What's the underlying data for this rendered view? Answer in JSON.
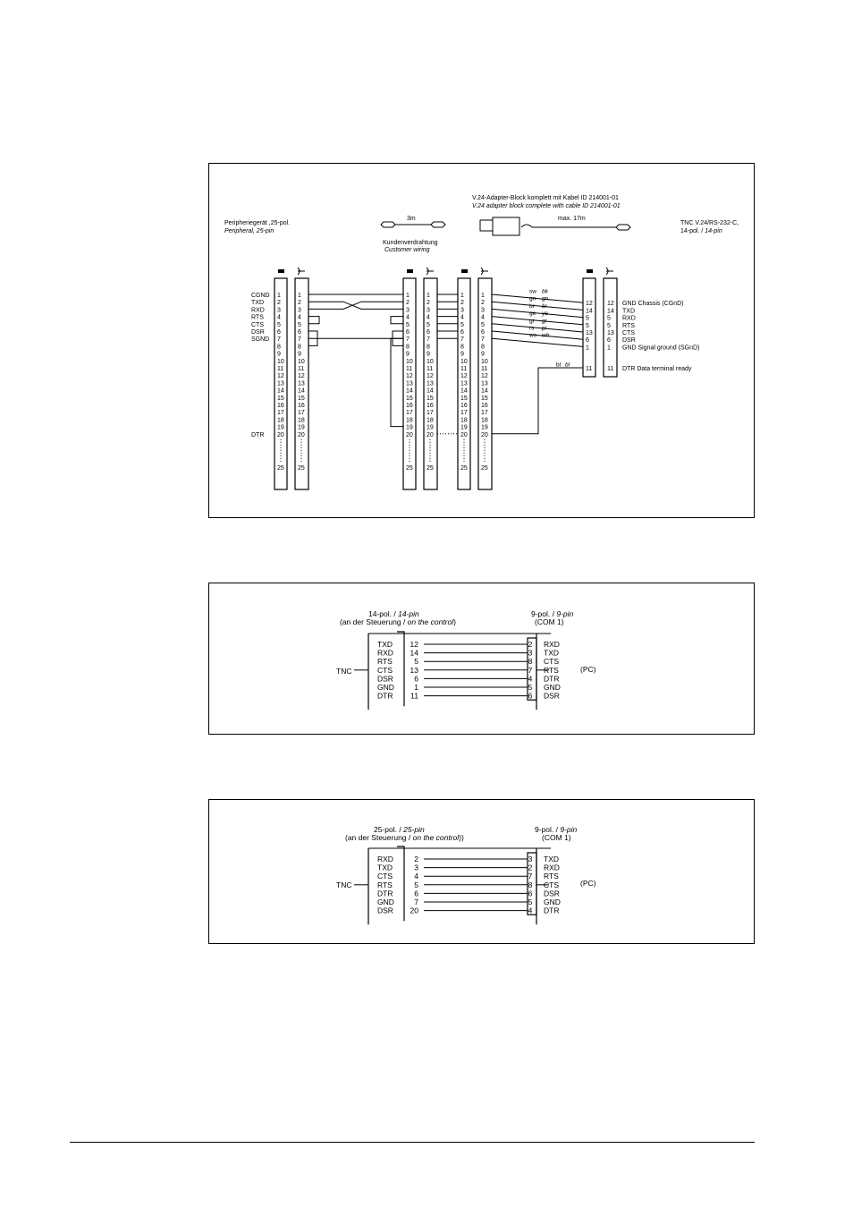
{
  "diagram1": {
    "peripheral_de": "Peripheriegerät ,25-pol.",
    "peripheral_en": "Peripheral, 25-pin",
    "cable_length_1": "3m",
    "customer_wiring_de": "Kundenverdrahtung",
    "customer_wiring_en": "Customer wiring",
    "adapter_de": "V.24-Adapter-Block komplett mit Kabel ID 214001-01",
    "adapter_en": "V.24 adapter block complete with cable ID 214001-01",
    "cable_length_2": "max. 17m",
    "tnc_de": "TNC V.24/RS-232-C,",
    "tnc_pins_de": "14-pol. /",
    "tnc_pins_en": "14-pin",
    "left_signals": [
      {
        "name": "CGND",
        "pin": 1
      },
      {
        "name": "TXD",
        "pin": 2
      },
      {
        "name": "RXD",
        "pin": 3
      },
      {
        "name": "RTS",
        "pin": 4
      },
      {
        "name": "CTS",
        "pin": 5
      },
      {
        "name": "DSR",
        "pin": 6
      },
      {
        "name": "SGND",
        "pin": 7
      },
      {
        "name": "DTR",
        "pin": 20
      }
    ],
    "pin_numbers": [
      "1",
      "2",
      "3",
      "4",
      "5",
      "6",
      "7",
      "8",
      "9",
      "10",
      "11",
      "12",
      "13",
      "14",
      "15",
      "16",
      "17",
      "18",
      "19",
      "20",
      "25"
    ],
    "wire_colors": [
      {
        "de": "sw",
        "en": "bk"
      },
      {
        "de": "gn",
        "en": "gn"
      },
      {
        "de": "br",
        "en": "br"
      },
      {
        "de": "ge",
        "en": "ye"
      },
      {
        "de": "gr",
        "en": "gr"
      },
      {
        "de": "rs",
        "en": "pi"
      },
      {
        "de": "ws",
        "en": "wh"
      },
      {
        "de": "bl",
        "en": "bl"
      }
    ],
    "tnc_connector_pins": [
      "12",
      "14",
      "5",
      "5",
      "13",
      "6",
      "1",
      "11"
    ],
    "tnc_signals": [
      {
        "pin": "12",
        "label": "GND Chassis (CGnD)"
      },
      {
        "pin": "14",
        "label": "TXD"
      },
      {
        "pin": "5",
        "label": "RXD"
      },
      {
        "pin": "5",
        "label": "RTS"
      },
      {
        "pin": "13",
        "label": "CTS"
      },
      {
        "pin": "6",
        "label": "DSR"
      },
      {
        "pin": "1",
        "label": "GND Signal ground (SGnD)"
      },
      {
        "pin": "11",
        "label": "DTR Data terminal ready"
      }
    ]
  },
  "diagram2": {
    "left_header_de": "14-pol. /",
    "left_header_en": "14-pin",
    "left_sub_de": "(an der Steuerung /",
    "left_sub_en": "on the control",
    "left_sub_close": ")",
    "right_header_de": "9-pol. /",
    "right_header_en": "9-pin",
    "right_sub": "(COM 1)",
    "left_device": "TNC",
    "right_device": "(PC)",
    "rows": [
      {
        "left_name": "TXD",
        "left_pin": "12",
        "right_pin": "2",
        "right_name": "RXD"
      },
      {
        "left_name": "RXD",
        "left_pin": "14",
        "right_pin": "3",
        "right_name": "TXD"
      },
      {
        "left_name": "RTS",
        "left_pin": "5",
        "right_pin": "8",
        "right_name": "CTS"
      },
      {
        "left_name": "CTS",
        "left_pin": "13",
        "right_pin": "7",
        "right_name": "RTS"
      },
      {
        "left_name": "DSR",
        "left_pin": "6",
        "right_pin": "4",
        "right_name": "DTR"
      },
      {
        "left_name": "GND",
        "left_pin": "1",
        "right_pin": "5",
        "right_name": "GND"
      },
      {
        "left_name": "DTR",
        "left_pin": "11",
        "right_pin": "6",
        "right_name": "DSR"
      }
    ]
  },
  "diagram3": {
    "left_header_de": "25-pol. /",
    "left_header_en": "25-pin",
    "left_sub_de": "(an der Steuerung /",
    "left_sub_en": "on the control",
    "left_sub_close": "))",
    "right_header_de": "9-pol. /",
    "right_header_en": "9-pin",
    "right_sub": "(COM 1)",
    "left_device": "TNC",
    "right_device": "(PC)",
    "rows": [
      {
        "left_name": "RXD",
        "left_pin": "2",
        "right_pin": "3",
        "right_name": "TXD"
      },
      {
        "left_name": "TXD",
        "left_pin": "3",
        "right_pin": "2",
        "right_name": "RXD"
      },
      {
        "left_name": "CTS",
        "left_pin": "4",
        "right_pin": "7",
        "right_name": "RTS"
      },
      {
        "left_name": "RTS",
        "left_pin": "5",
        "right_pin": "8",
        "right_name": "CTS"
      },
      {
        "left_name": "DTR",
        "left_pin": "6",
        "right_pin": "6",
        "right_name": "DSR"
      },
      {
        "left_name": "GND",
        "left_pin": "7",
        "right_pin": "5",
        "right_name": "GND"
      },
      {
        "left_name": "DSR",
        "left_pin": "20",
        "right_pin": "4",
        "right_name": "DTR"
      }
    ]
  }
}
